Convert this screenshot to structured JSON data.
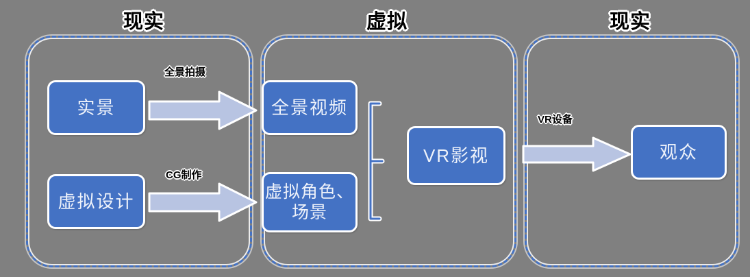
{
  "diagram": {
    "background_color": "#808080",
    "accent_color": "#4472c4",
    "arrow_color": "#b8c4e2",
    "groups": [
      {
        "title": "现实"
      },
      {
        "title": "虚拟"
      },
      {
        "title": "现实"
      }
    ],
    "nodes": [
      {
        "label": "实景"
      },
      {
        "label": "虚拟设计"
      },
      {
        "label": "全景视频"
      },
      {
        "label_line1": "虚拟角色、",
        "label_line2": "场景"
      },
      {
        "label": "VR影视"
      },
      {
        "label": "观众"
      }
    ],
    "arrows": [
      {
        "label": "全景拍摄"
      },
      {
        "label": "CG制作"
      },
      {
        "label": "VR设备"
      }
    ]
  }
}
